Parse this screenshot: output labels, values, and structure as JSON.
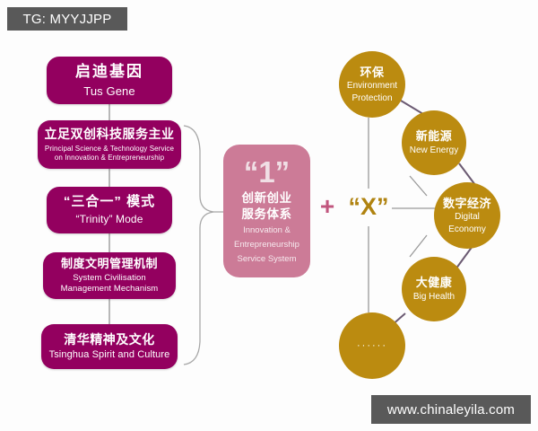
{
  "watermarks": {
    "top_badge": "TG: MYYJJPP",
    "bottom_badge": "www.chinaleyila.com"
  },
  "colors": {
    "magenta_box": "#93005f",
    "center_pink": "#cc7b97",
    "gold_circle": "#bb8b10",
    "plus_sign": "#c1567e",
    "x_sign": "#b08310",
    "connector_purple": "#6b5a72",
    "connector_gray": "#9a9a9a",
    "badge_gray": "#595959"
  },
  "left_column": {
    "boxes": [
      {
        "cn": "启迪基因",
        "en": "Tus Gene"
      },
      {
        "cn": "立足双创科技服务主业",
        "en": "Principal Science & Technology Service on Innovation & Entrepreneurship"
      },
      {
        "cn": "“三合一” 模式",
        "en": "“Trinity”  Mode"
      },
      {
        "cn": "制度文明管理机制",
        "en": "System Civilisation Management Mechanism"
      },
      {
        "cn": "清华精神及文化",
        "en": "Tsinghua Spirit and Culture"
      }
    ]
  },
  "center": {
    "numeral": "“1”",
    "cn_line1": "创新创业",
    "cn_line2": "服务体系",
    "en_line1": "Innovation &",
    "en_line2": "Entrepreneurship",
    "en_line3": "Service System"
  },
  "operators": {
    "plus": "+",
    "x": "“X”"
  },
  "right_circles": [
    {
      "cn": "环保",
      "en_line1": "Environment",
      "en_line2": "Protection"
    },
    {
      "cn": "新能源",
      "en_line1": "New Energy",
      "en_line2": ""
    },
    {
      "cn": "数字经济",
      "en_line1": "Digital",
      "en_line2": "Economy"
    },
    {
      "cn": "大健康",
      "en_line1": "Big Health",
      "en_line2": ""
    },
    {
      "cn": "",
      "en_line1": "",
      "en_line2": "",
      "dots": "······"
    }
  ]
}
